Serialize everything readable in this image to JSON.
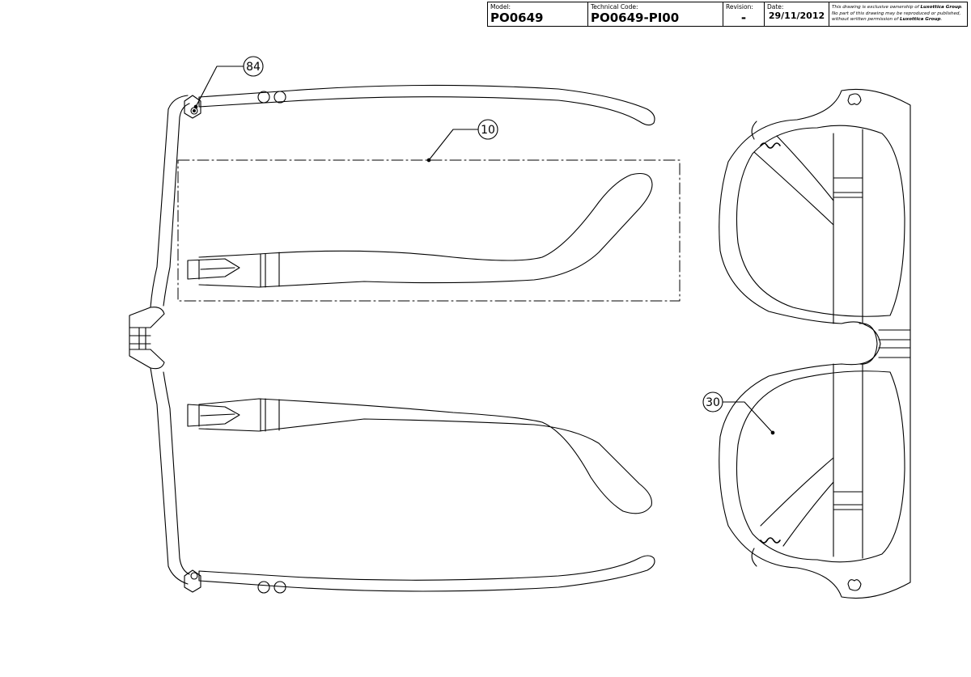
{
  "title_block": {
    "model": {
      "label": "Model:",
      "value": "PO0649"
    },
    "technical_code": {
      "label": "Technical Code:",
      "value": "PO0649-PI00"
    },
    "revision": {
      "label": "Revision:",
      "value": "-"
    },
    "date": {
      "label": "Date:",
      "value": "29/11/2012"
    },
    "ownership_notice": {
      "line1_prefix": "This drawing is exclusive ownership of ",
      "line1_company": "Luxottica Group",
      "line1_suffix": ".",
      "line2": "No part of this drawing may be reproduced or published,",
      "line3_prefix": "without written permission of ",
      "line3_company": "Luxottica Group",
      "line3_suffix": "."
    }
  },
  "callouts": [
    {
      "id": "84"
    },
    {
      "id": "10"
    },
    {
      "id": "30"
    }
  ],
  "colors": {
    "line": "#000000",
    "background": "#ffffff"
  }
}
